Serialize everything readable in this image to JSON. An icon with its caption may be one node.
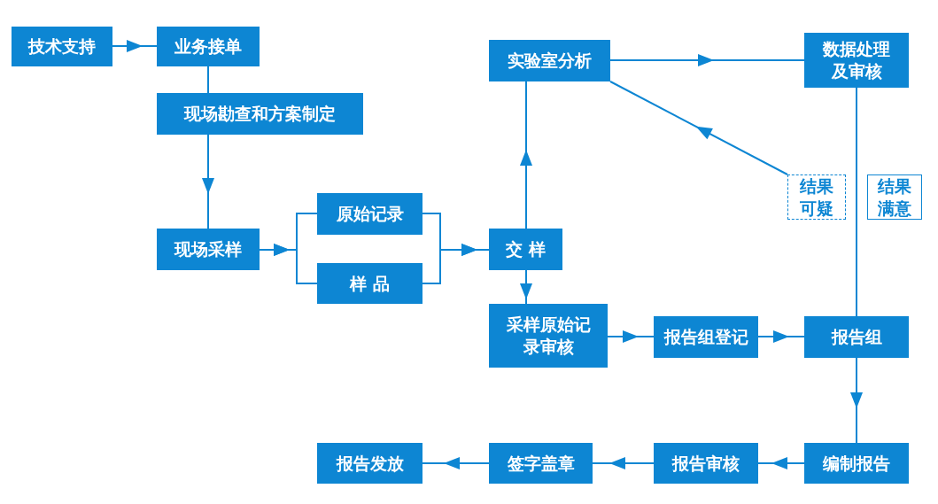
{
  "diagram": {
    "nodes": [
      {
        "text": [
          "技术支持"
        ]
      },
      {
        "text": [
          "业务接单"
        ]
      },
      {
        "text": [
          "现场勘查和方案制定"
        ]
      },
      {
        "text": [
          "现场采样"
        ]
      },
      {
        "text": [
          "原始记录"
        ]
      },
      {
        "text": [
          "样 品"
        ]
      },
      {
        "text": [
          "交 样"
        ]
      },
      {
        "text": [
          "实验室分析"
        ]
      },
      {
        "text": [
          "数据处理及审核"
        ]
      },
      {
        "text": [
          "结果可疑"
        ]
      },
      {
        "text": [
          "结果满意"
        ]
      },
      {
        "text": [
          "采样原始记录审核"
        ]
      },
      {
        "text": [
          "报告组登记"
        ]
      },
      {
        "text": [
          "报告组"
        ]
      },
      {
        "text": [
          "编制报告"
        ]
      },
      {
        "text": [
          "报告审核"
        ]
      },
      {
        "text": [
          "签字盖章"
        ]
      },
      {
        "text": [
          "报告发放"
        ]
      }
    ],
    "edges": [
      {
        "from": 0,
        "to": 1,
        "arrow": "to"
      },
      {
        "from": 1,
        "to": 2,
        "arrow": "none"
      },
      {
        "from": 2,
        "to": 3,
        "arrow": "to"
      },
      {
        "from": 3,
        "to": 4,
        "arrow": "to"
      },
      {
        "from": 3,
        "to": 5,
        "arrow": "to"
      },
      {
        "from": 4,
        "to": 6,
        "arrow": "to"
      },
      {
        "from": 5,
        "to": 6,
        "arrow": "to"
      },
      {
        "from": 6,
        "to": 7,
        "arrow": "to"
      },
      {
        "from": 7,
        "to": 8,
        "arrow": "to"
      },
      {
        "from": 9,
        "to": 7,
        "arrow": "to"
      },
      {
        "from": 8,
        "to": 13,
        "arrow": "none"
      },
      {
        "from": 6,
        "to": 11,
        "arrow": "to"
      },
      {
        "from": 11,
        "to": 12,
        "arrow": "to"
      },
      {
        "from": 12,
        "to": 13,
        "arrow": "to"
      },
      {
        "from": 13,
        "to": 14,
        "arrow": "to"
      },
      {
        "from": 14,
        "to": 15,
        "arrow": "to"
      },
      {
        "from": 15,
        "to": 16,
        "arrow": "to"
      },
      {
        "from": 16,
        "to": 17,
        "arrow": "to"
      }
    ]
  }
}
